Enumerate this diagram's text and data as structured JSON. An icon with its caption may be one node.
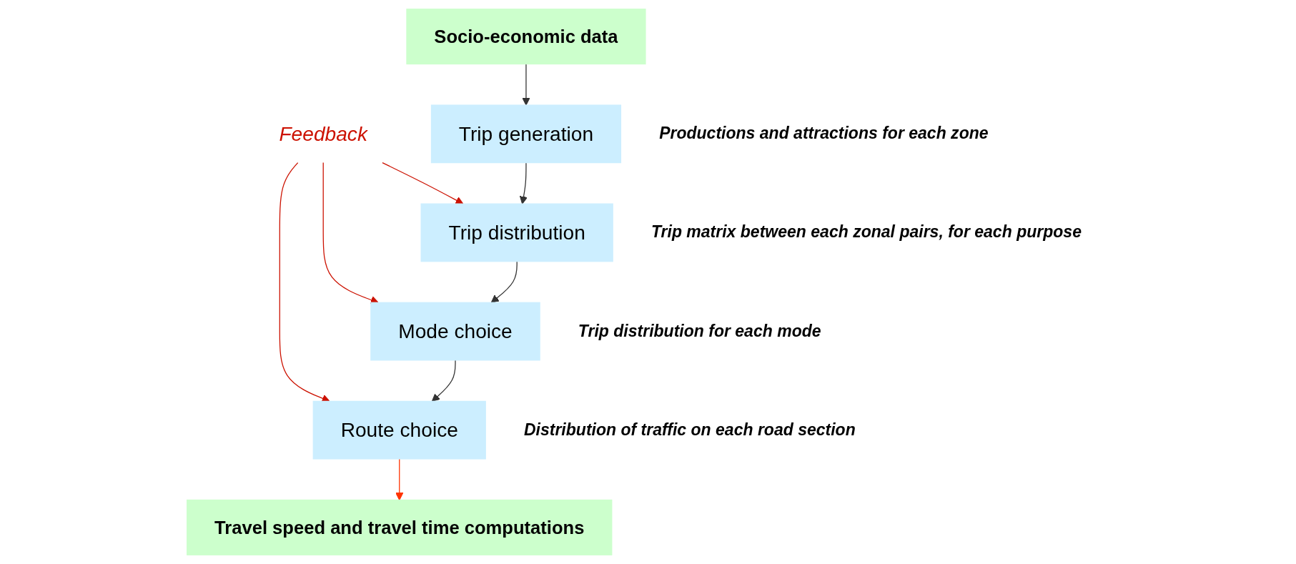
{
  "diagram": {
    "nodes": [
      {
        "text": [
          "Socio-economic data"
        ]
      },
      {
        "text": [
          "Trip generation"
        ],
        "beside": [
          "Productions and attractions for each zone"
        ]
      },
      {
        "text": [
          "Trip distribution"
        ],
        "beside": [
          "Trip matrix between each zonal pairs, for each purpose"
        ]
      },
      {
        "text": [
          "Mode choice"
        ],
        "beside": [
          "Trip distribution for each mode"
        ]
      },
      {
        "text": [
          "Route choice"
        ],
        "beside": [
          "Distribution of traffic on each road section"
        ]
      },
      {
        "text": [
          "Travel speed and travel time computations"
        ]
      },
      {
        "text": [
          "Feedback"
        ]
      }
    ],
    "edges": [
      {
        "from": 0,
        "to": 1,
        "arrow": "to"
      },
      {
        "from": 1,
        "to": 2,
        "arrow": "to"
      },
      {
        "from": 2,
        "to": 3,
        "arrow": "to"
      },
      {
        "from": 3,
        "to": 4,
        "arrow": "to"
      },
      {
        "from": 4,
        "to": 5,
        "arrow": "to",
        "color": "#ff3300"
      },
      {
        "from": 6,
        "to": 2,
        "arrow": "to",
        "color": "#cc1100"
      },
      {
        "from": 6,
        "to": 3,
        "arrow": "to",
        "color": "#cc1100"
      },
      {
        "from": 6,
        "to": 4,
        "arrow": "to",
        "color": "#cc1100"
      }
    ]
  }
}
